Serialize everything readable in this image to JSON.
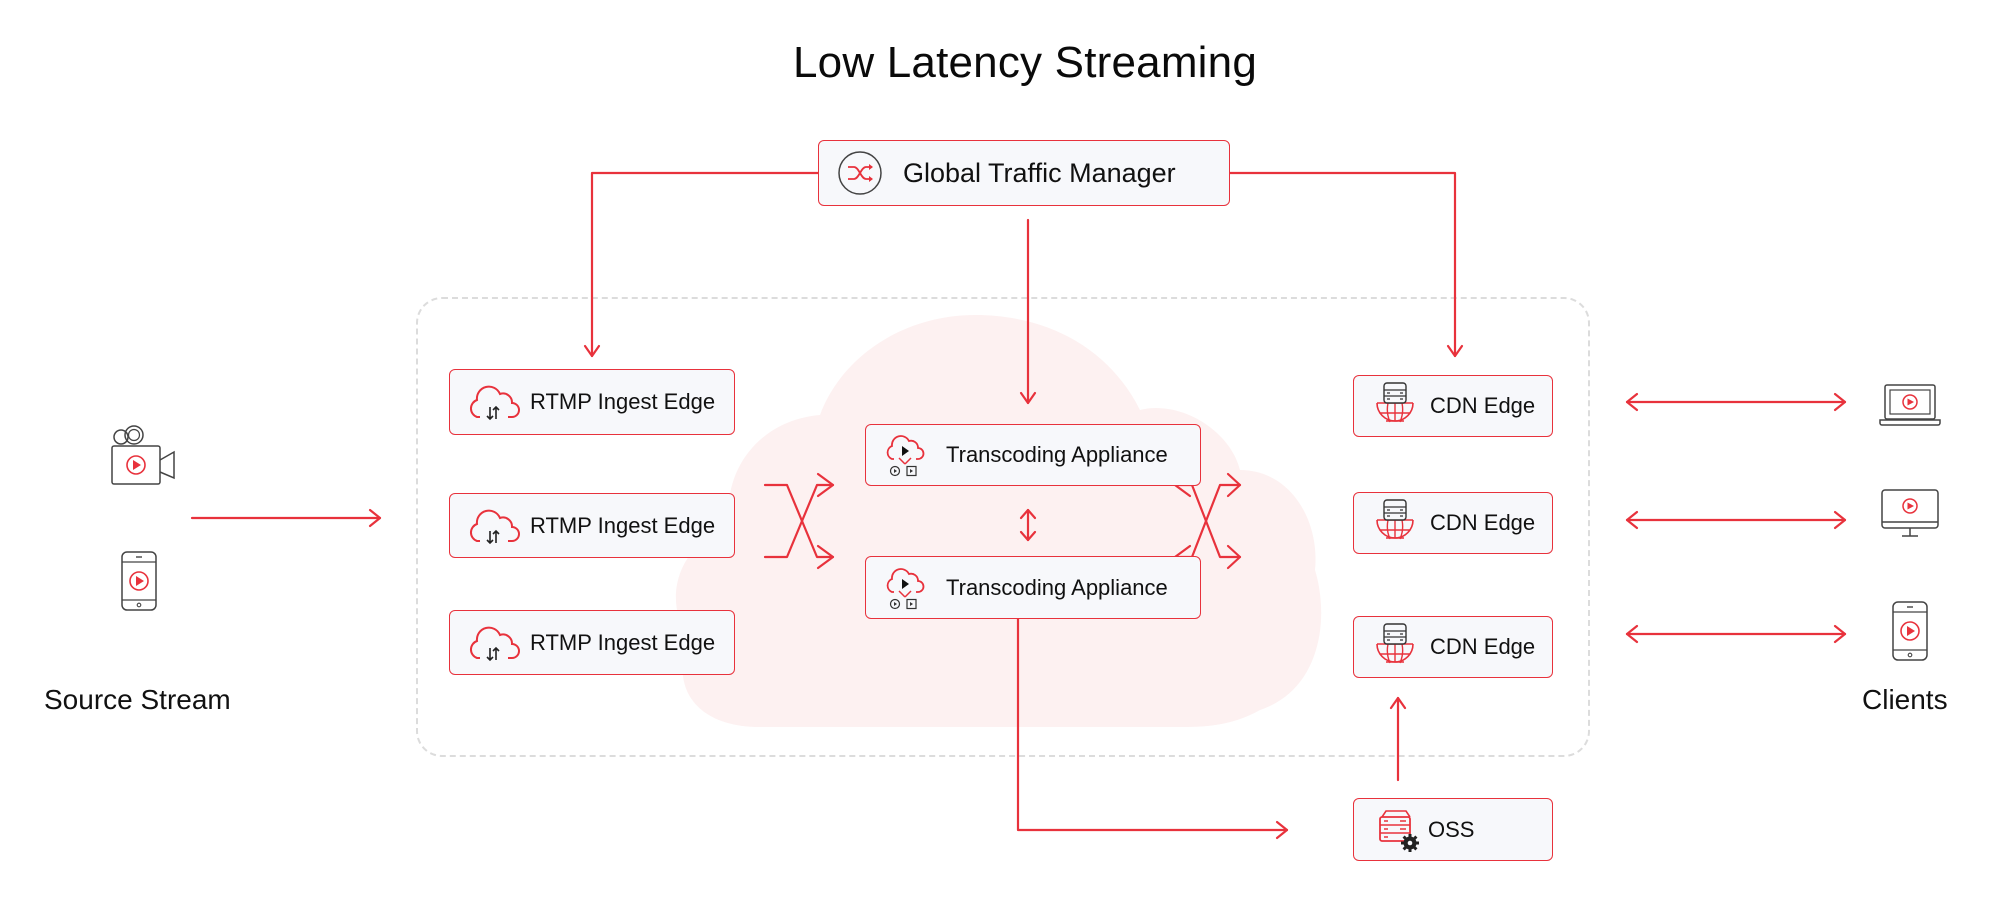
{
  "title": "Low Latency Streaming",
  "colors": {
    "accent": "#e8323c",
    "node_bg": "#f7f8fb",
    "dashed_border": "#dcdcdc",
    "cloud_bg": "#fdf1f1",
    "icon_outline": "#444444"
  },
  "source": {
    "label": "Source Stream",
    "devices": [
      "video-camera-icon",
      "smartphone-icon"
    ]
  },
  "clients": {
    "label": "Clients",
    "devices": [
      "laptop-icon",
      "monitor-icon",
      "smartphone-icon"
    ]
  },
  "nodes": {
    "gtm": {
      "label": "Global Traffic Manager",
      "icon": "shuffle-icon"
    },
    "rtmp": [
      {
        "label": "RTMP Ingest Edge",
        "icon": "cloud-upload-download-icon"
      },
      {
        "label": "RTMP Ingest Edge",
        "icon": "cloud-upload-download-icon"
      },
      {
        "label": "RTMP Ingest Edge",
        "icon": "cloud-upload-download-icon"
      }
    ],
    "transcoding": [
      {
        "label": "Transcoding Appliance",
        "icon": "cloud-play-icon"
      },
      {
        "label": "Transcoding Appliance",
        "icon": "cloud-play-icon"
      }
    ],
    "cdn": [
      {
        "label": "CDN Edge",
        "icon": "server-globe-icon"
      },
      {
        "label": "CDN Edge",
        "icon": "server-globe-icon"
      },
      {
        "label": "CDN Edge",
        "icon": "server-globe-icon"
      }
    ],
    "oss": {
      "label": "OSS",
      "icon": "server-gear-icon"
    }
  },
  "connections": [
    {
      "from": "Global Traffic Manager",
      "to": "RTMP Ingest Edge",
      "type": "arrow"
    },
    {
      "from": "Global Traffic Manager",
      "to": "Transcoding Appliance",
      "type": "arrow"
    },
    {
      "from": "Global Traffic Manager",
      "to": "CDN Edge",
      "type": "arrow"
    },
    {
      "from": "Source Stream",
      "to": "RTMP Ingest Edge",
      "type": "arrow"
    },
    {
      "from": "RTMP Ingest Edge",
      "to": "Transcoding Appliance",
      "type": "cross"
    },
    {
      "from": "Transcoding Appliance",
      "to": "Transcoding Appliance",
      "type": "bidirectional"
    },
    {
      "from": "Transcoding Appliance",
      "to": "CDN Edge",
      "type": "cross"
    },
    {
      "from": "Transcoding Appliance",
      "to": "OSS",
      "type": "arrow"
    },
    {
      "from": "OSS",
      "to": "CDN Edge",
      "type": "arrow"
    },
    {
      "from": "CDN Edge",
      "to": "Clients",
      "type": "bidirectional"
    }
  ]
}
